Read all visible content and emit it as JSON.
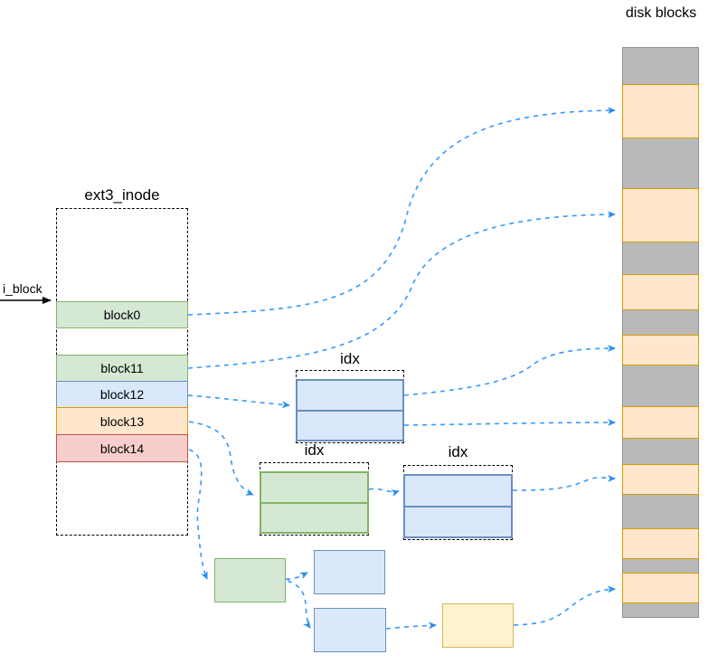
{
  "inode": {
    "title": "ext3_inode",
    "pointer_label": "i_block",
    "rows": [
      {
        "label": "block0",
        "color": "#d5e8d4",
        "border": "#82b366"
      },
      {
        "label": "block11",
        "color": "#d5e8d4",
        "border": "#82b366"
      },
      {
        "label": "block12",
        "color": "#dae8fc",
        "border": "#6c8ebf"
      },
      {
        "label": "block13",
        "color": "#ffe6cc",
        "border": "#d79b00"
      },
      {
        "label": "block14",
        "color": "#f8cecc",
        "border": "#b85450"
      }
    ]
  },
  "index_nodes": [
    {
      "label": "idx",
      "color": "#dae8fc",
      "rows": 2
    },
    {
      "label": "idx",
      "color": "#d5e8d4",
      "rows": 2
    },
    {
      "label": "idx",
      "color": "#dae8fc",
      "rows": 2
    }
  ],
  "indirect_boxes": [
    {
      "name": "triple-indirect-green",
      "color": "#d5e8d4"
    },
    {
      "name": "triple-indirect-blue-a",
      "color": "#dae8fc"
    },
    {
      "name": "triple-indirect-blue-b",
      "color": "#dae8fc"
    },
    {
      "name": "triple-indirect-yellow",
      "color": "#fff2cc"
    }
  ],
  "disk": {
    "label": "disk blocks",
    "data_block_count": 8,
    "column_color": "#b9b9b9",
    "data_block_color": "#ffe6cc"
  },
  "edges": [
    {
      "from": "i_block",
      "to": "block0",
      "style": "solid-black"
    },
    {
      "from": "block0",
      "to": "disk-block-1",
      "style": "dashed-blue"
    },
    {
      "from": "block11",
      "to": "disk-block-2",
      "style": "dashed-blue"
    },
    {
      "from": "block12",
      "to": "idx-1",
      "style": "dashed-blue"
    },
    {
      "from": "idx-1-row-1",
      "to": "disk-block-4",
      "style": "dashed-blue"
    },
    {
      "from": "idx-1-row-2",
      "to": "disk-block-5",
      "style": "dashed-blue"
    },
    {
      "from": "block13",
      "to": "idx-2",
      "style": "dashed-blue"
    },
    {
      "from": "idx-2",
      "to": "idx-3",
      "style": "dashed-blue"
    },
    {
      "from": "idx-3",
      "to": "disk-block-6",
      "style": "dashed-blue"
    },
    {
      "from": "block14",
      "to": "triple-indirect-green",
      "style": "dashed-blue"
    },
    {
      "from": "triple-indirect-green",
      "to": "triple-indirect-blue-a",
      "style": "dashed-blue"
    },
    {
      "from": "triple-indirect-green",
      "to": "triple-indirect-blue-b",
      "style": "dashed-blue"
    },
    {
      "from": "triple-indirect-blue-b",
      "to": "triple-indirect-yellow",
      "style": "dashed-blue"
    },
    {
      "from": "triple-indirect-yellow",
      "to": "disk-block-8",
      "style": "dashed-blue"
    }
  ],
  "colors": {
    "arrow_dashed": "#3399ff",
    "arrow_solid": "#000000"
  }
}
